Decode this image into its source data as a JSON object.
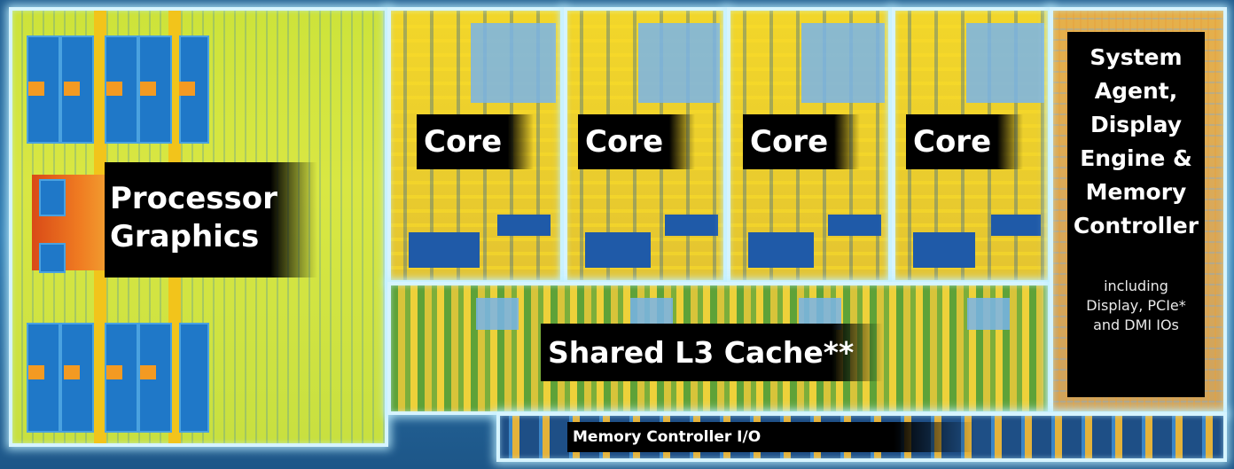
{
  "regions": {
    "graphics": {
      "label_line1": "Processor",
      "label_line2": "Graphics"
    },
    "cores": [
      {
        "label": "Core"
      },
      {
        "label": "Core"
      },
      {
        "label": "Core"
      },
      {
        "label": "Core"
      }
    ],
    "cache": {
      "label": "Shared L3 Cache**"
    },
    "system_agent": {
      "title_lines": [
        "System",
        "Agent,",
        "Display",
        "Engine &",
        "Memory",
        "Controller"
      ],
      "sub_lines": [
        "including",
        "Display, PCIe*",
        "and DMI IOs"
      ]
    },
    "memory_io": {
      "label": "Memory Controller I/O"
    }
  },
  "colors": {
    "outline": "#d6f4ff",
    "label_bg": "#000000",
    "label_text": "#ffffff"
  }
}
